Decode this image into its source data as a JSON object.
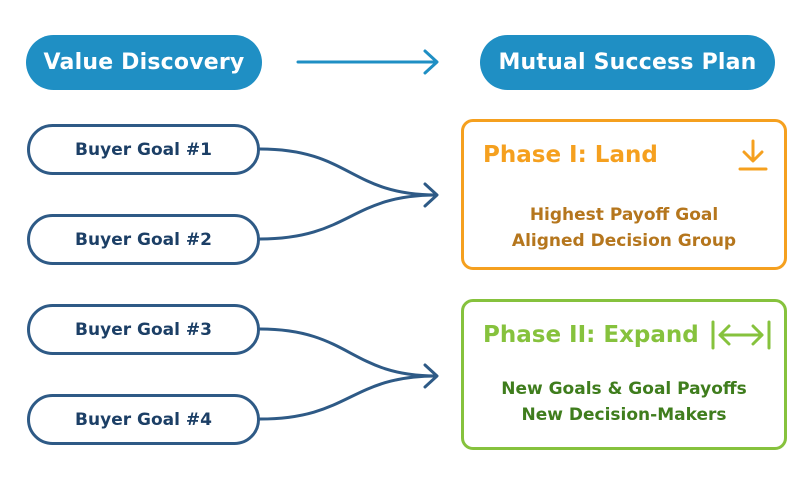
{
  "headers": {
    "left": "Value Discovery",
    "right": "Mutual Success Plan"
  },
  "goals": [
    {
      "label": "Buyer Goal #1"
    },
    {
      "label": "Buyer Goal #2"
    },
    {
      "label": "Buyer Goal #3"
    },
    {
      "label": "Buyer Goal #4"
    }
  ],
  "phases": [
    {
      "title": "Phase I: Land",
      "lines": [
        "Highest Payoff Goal",
        "Aligned Decision Group"
      ],
      "icon": "download-arrow-icon",
      "color": "#f5a01f"
    },
    {
      "title": "Phase II: Expand",
      "lines": [
        "New Goals & Goal Payoffs",
        "New Decision-Makers"
      ],
      "icon": "expand-horizontal-icon",
      "color": "#86c23d"
    }
  ],
  "colors": {
    "header_fill": "#1f8fc4",
    "goal_border": "#2e5a86",
    "goal_text": "#1c3f66",
    "connector": "#2e5a86"
  }
}
